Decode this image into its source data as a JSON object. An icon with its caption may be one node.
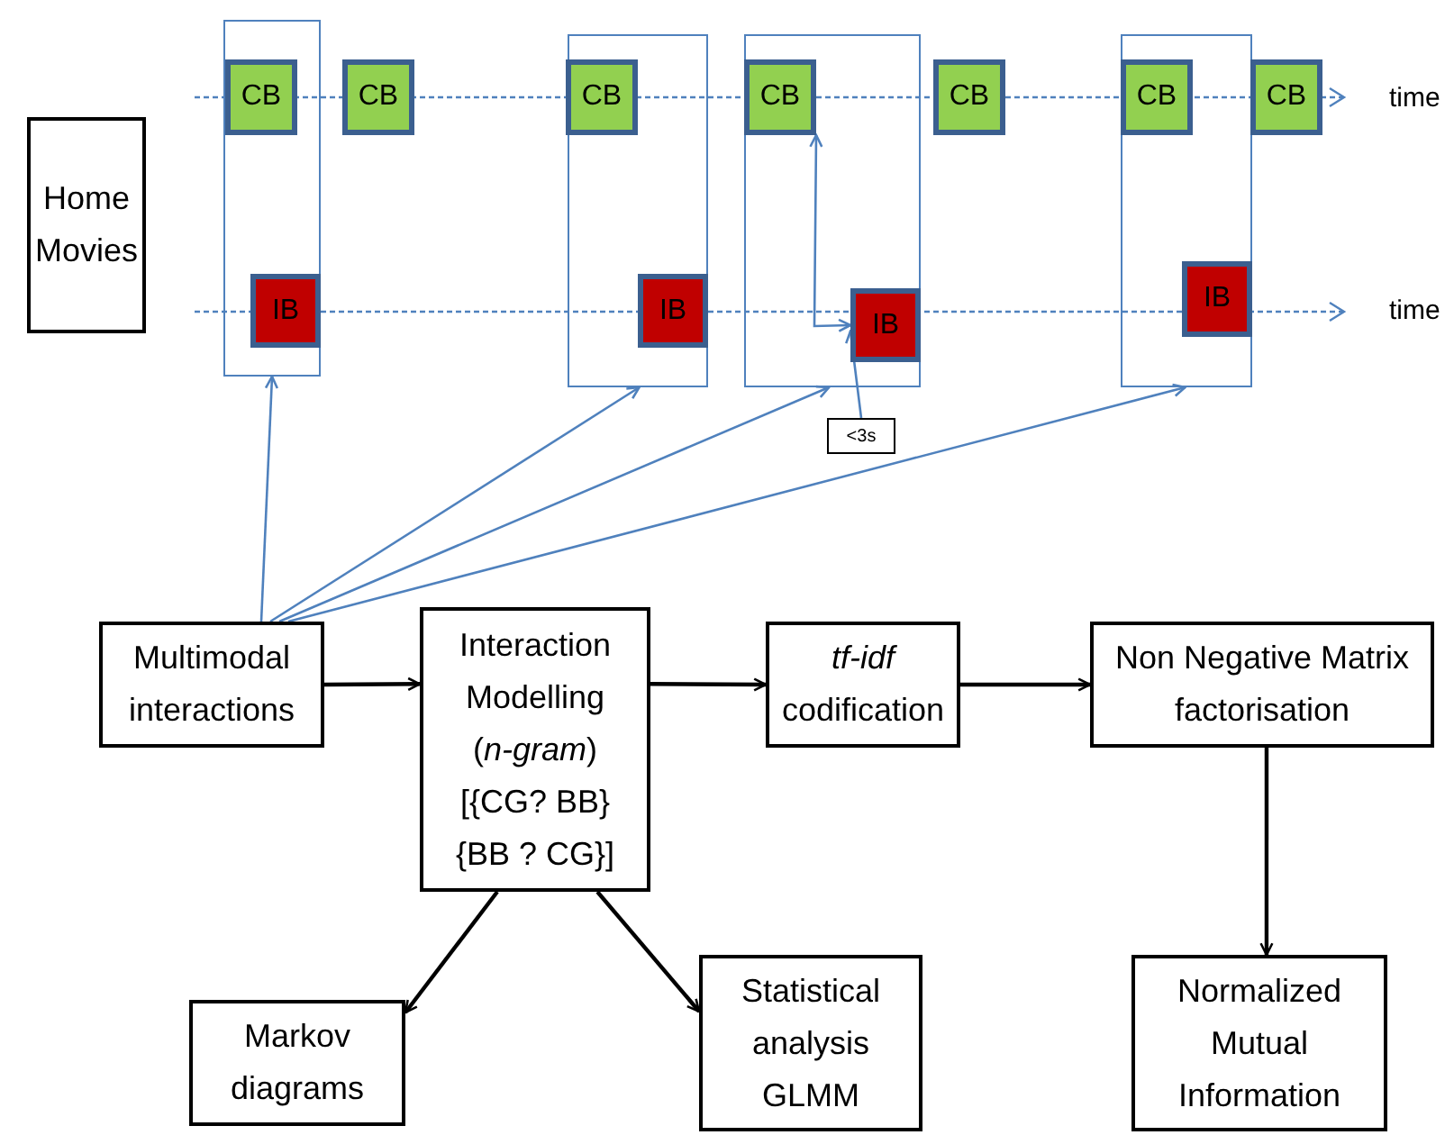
{
  "diagram": {
    "nodes": [
      {
        "text": [
          "Home Movies"
        ]
      },
      {
        "text": [],
        "shape": "box"
      },
      {
        "text": [
          "CB"
        ],
        "in": 1
      },
      {
        "text": [
          "IB"
        ],
        "in": 1
      },
      {
        "text": [
          "CB"
        ]
      },
      {
        "text": [],
        "shape": "box"
      },
      {
        "text": [
          "CB"
        ],
        "in": 5
      },
      {
        "text": [
          "IB"
        ],
        "in": 5
      },
      {
        "text": [],
        "shape": "box"
      },
      {
        "text": [
          "CB"
        ],
        "in": 8
      },
      {
        "text": [
          "IB"
        ],
        "in": 8
      },
      {
        "text": [
          "CB"
        ]
      },
      {
        "text": [],
        "shape": "box"
      },
      {
        "text": [
          "CB"
        ],
        "in": 12
      },
      {
        "text": [
          "IB"
        ],
        "in": 12
      },
      {
        "text": [
          "CB"
        ]
      },
      {
        "text": [
          "<3s"
        ]
      },
      {
        "text": [
          "Multimodal interactions"
        ]
      },
      {
        "text": [
          "Interaction Modelling (*n-gram*) [{CG? BB} {BB ? CG}]"
        ]
      },
      {
        "text": [
          "*tf-idf* codification"
        ]
      },
      {
        "text": [
          "Non Negative Matrix factorisation"
        ]
      },
      {
        "text": [
          "Markov diagrams"
        ]
      },
      {
        "text": [
          "Statistical analysis GLMM"
        ]
      },
      {
        "text": [
          "Normalized Mutual Information"
        ]
      }
    ],
    "edges": [
      {
        "from": 9,
        "to": 10,
        "arrow": "both"
      },
      {
        "from": 16,
        "to": 10,
        "arrow": "to"
      },
      {
        "from": 17,
        "to": 1,
        "arrow": "to"
      },
      {
        "from": 17,
        "to": 5,
        "arrow": "to"
      },
      {
        "from": 17,
        "to": 8,
        "arrow": "to"
      },
      {
        "from": 17,
        "to": 12,
        "arrow": "to"
      },
      {
        "from": 17,
        "to": 18,
        "arrow": "to",
        "color": "#000000"
      },
      {
        "from": 18,
        "to": 19,
        "arrow": "to",
        "color": "#000000"
      },
      {
        "from": 19,
        "to": 20,
        "arrow": "to",
        "color": "#000000"
      },
      {
        "from": 20,
        "to": 23,
        "arrow": "to",
        "color": "#000000"
      },
      {
        "from": 18,
        "to": 21,
        "arrow": "to",
        "color": "#000000"
      },
      {
        "from": 18,
        "to": 22,
        "arrow": "to",
        "color": "#000000"
      }
    ],
    "labels": [
      "time",
      "time"
    ]
  }
}
